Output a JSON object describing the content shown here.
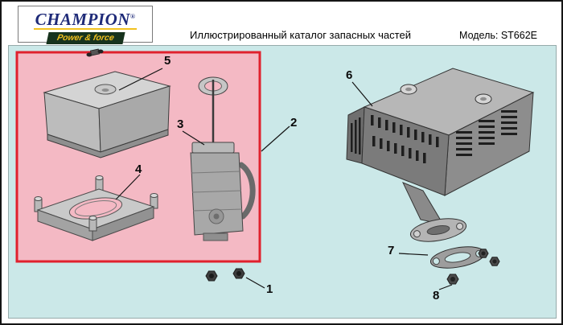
{
  "header": {
    "logo": {
      "brand": "CHAMPION",
      "registered": "®",
      "tagline": "Power & force"
    },
    "title": "Иллюстрированный каталог запасных частей",
    "model": "Модель: ST662E"
  },
  "diagram": {
    "description": "exploded-parts-drawing",
    "callouts": [
      {
        "id": "1",
        "label": "1"
      },
      {
        "id": "2",
        "label": "2"
      },
      {
        "id": "3",
        "label": "3"
      },
      {
        "id": "4",
        "label": "4"
      },
      {
        "id": "5",
        "label": "5"
      },
      {
        "id": "6",
        "label": "6"
      },
      {
        "id": "7",
        "label": "7"
      },
      {
        "id": "8",
        "label": "8"
      }
    ]
  },
  "colors": {
    "panel_background": "#cbe8e8",
    "highlight_fill": "#f4b9c4",
    "highlight_border": "#e0212d",
    "brand_navy": "#1e2a78",
    "brand_gold": "#f2c11e",
    "tagline_strip": "#17331d"
  }
}
